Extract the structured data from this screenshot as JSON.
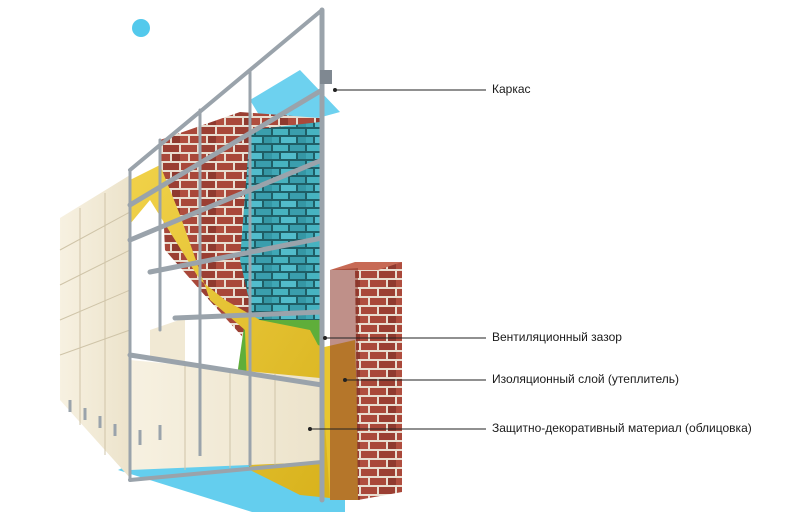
{
  "callouts": {
    "frame": "Каркас",
    "vent_gap": "Вентиляционный зазор",
    "insulation": "Изоляционный слой (утеплитель)",
    "cladding": "Защитно-декоративный материал (облицовка)"
  },
  "colors": {
    "cladding": "#f5eedc",
    "cladding_shade": "#e6dcc3",
    "insulation": "#e8c62e",
    "brick": "#a9483a",
    "brick_dark": "#6b2a22",
    "mortar": "#e8ddd0",
    "teal_brick": "#3fa7b5",
    "air_flow": "#53c9ec",
    "green_membrane": "#5fae3a",
    "frame_metal": "#9aa3ab",
    "leader_line": "#222222"
  }
}
